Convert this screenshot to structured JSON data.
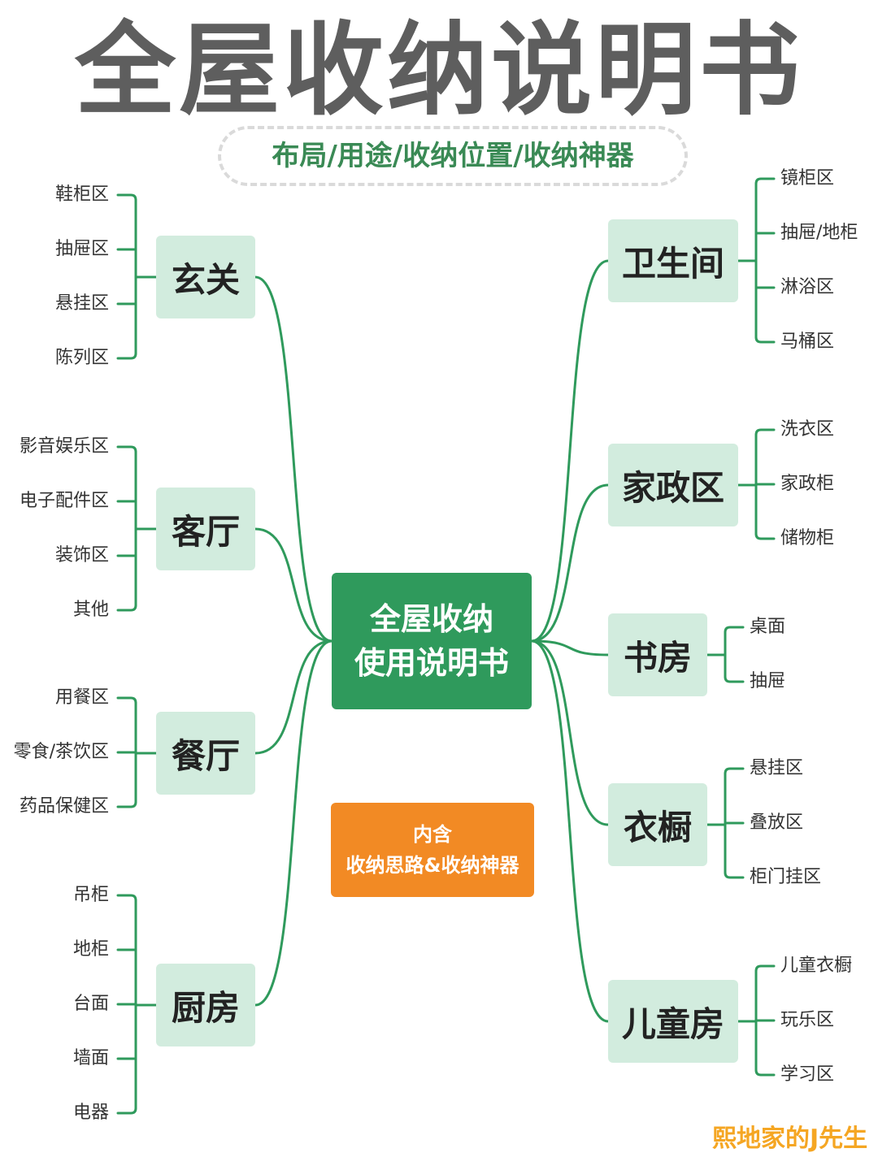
{
  "title": "全屋收纳说明书",
  "subtitle": "布局/用途/收纳位置/收纳神器",
  "center": {
    "line1": "全屋收纳",
    "line2": "使用说明书"
  },
  "note": {
    "line1": "内含",
    "line2": "收纳思路&收纳神器"
  },
  "signature": "熙地家的J先生",
  "colors": {
    "accent": "#2f9a5c",
    "node_bg": "#d2ecde",
    "line": "#2f9a5c",
    "orange": "#f28a24"
  },
  "left_branches": [
    {
      "label": "玄关",
      "items": [
        "鞋柜区",
        "抽屉区",
        "悬挂区",
        "陈列区"
      ]
    },
    {
      "label": "客厅",
      "items": [
        "影音娱乐区",
        "电子配件区",
        "装饰区",
        "其他"
      ]
    },
    {
      "label": "餐厅",
      "items": [
        "用餐区",
        "零食/茶饮区",
        "药品保健区"
      ]
    },
    {
      "label": "厨房",
      "items": [
        "吊柜",
        "地柜",
        "台面",
        "墙面",
        "电器"
      ]
    }
  ],
  "right_branches": [
    {
      "label": "卫生间",
      "items": [
        "镜柜区",
        "抽屉/地柜",
        "淋浴区",
        "马桶区"
      ]
    },
    {
      "label": "家政区",
      "items": [
        "洗衣区",
        "家政柜",
        "储物柜"
      ]
    },
    {
      "label": "书房",
      "items": [
        "桌面",
        "抽屉"
      ]
    },
    {
      "label": "衣橱",
      "items": [
        "悬挂区",
        "叠放区",
        "柜门挂区"
      ]
    },
    {
      "label": "儿童房",
      "items": [
        "儿童衣橱",
        "玩乐区",
        "学习区"
      ]
    }
  ]
}
